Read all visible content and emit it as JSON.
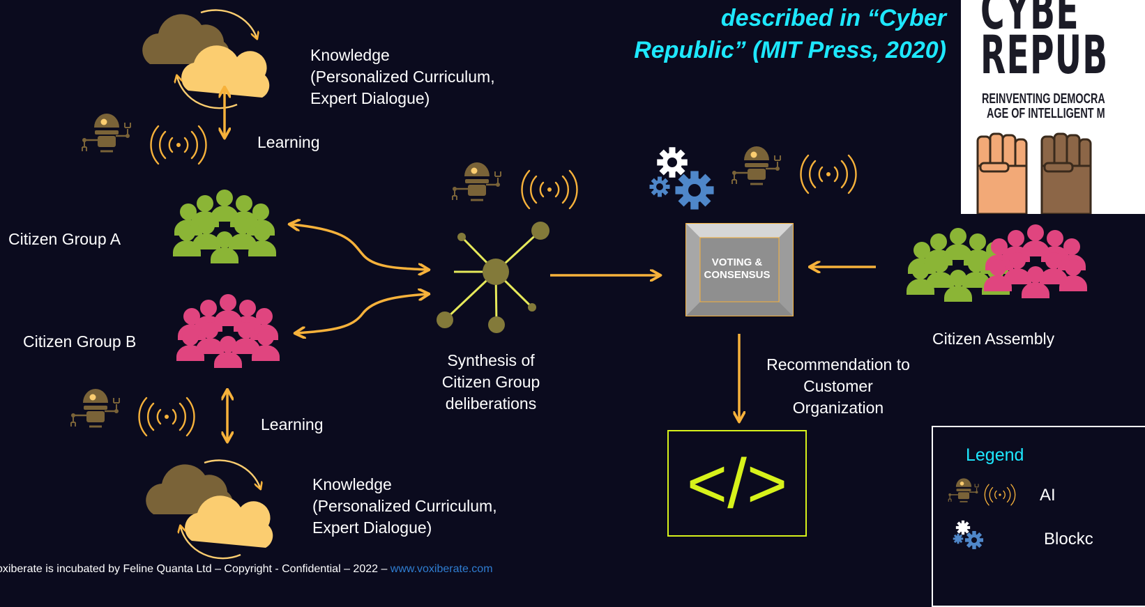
{
  "quote": {
    "line1": "described in “Cyber",
    "line2": "Republic” (MIT Press, 2020)"
  },
  "book": {
    "title1": "CYBE",
    "title2": "REPUB",
    "sub1": "REINVENTING DEMOCRA",
    "sub2": "AGE OF INTELLIGENT M"
  },
  "knowledge_top": {
    "line1": "Knowledge",
    "line2": "(Personalized Curriculum,",
    "line3": "Expert Dialogue)"
  },
  "knowledge_bottom": {
    "line1": "Knowledge",
    "line2": "(Personalized Curriculum,",
    "line3": "Expert Dialogue)"
  },
  "learning_top": "Learning",
  "learning_bottom": "Learning",
  "group_a": "Citizen Group A",
  "group_b": "Citizen Group B",
  "synthesis": {
    "line1": "Synthesis of",
    "line2": "Citizen Group",
    "line3": "deliberations"
  },
  "voting": {
    "line1": "VOTING &",
    "line2": "CONSENSUS"
  },
  "assembly": "Citizen Assembly",
  "recommendation": {
    "line1": "Recommendation to",
    "line2": "Customer",
    "line3": "Organization"
  },
  "code_symbol": "</>",
  "legend": {
    "title": "Legend",
    "ai": "AI",
    "blockchain": "Blockc"
  },
  "footer": {
    "text": "oxiberate is incubated  by Feline Quanta Ltd – Copyright - Confidential – 2022 – ",
    "link": "www.voxiberate.com"
  },
  "colors": {
    "background": "#0b0b1e",
    "arrow": "#f7b23b",
    "robot": "#7a6338",
    "cloud_dark": "#7a6338",
    "cloud_light": "#fbcd70",
    "group_a": "#8bb536",
    "group_b": "#e0457f",
    "gear_white": "#ffffff",
    "gear_blue": "#4f87c9",
    "cyan_text": "#1ee8ff",
    "code_green": "#d7f21b"
  },
  "icons": [
    "cloud-icon",
    "robot-icon",
    "signal-icon",
    "people-group-icon",
    "network-hub-icon",
    "gear-icon",
    "code-icon",
    "fist-icon"
  ]
}
